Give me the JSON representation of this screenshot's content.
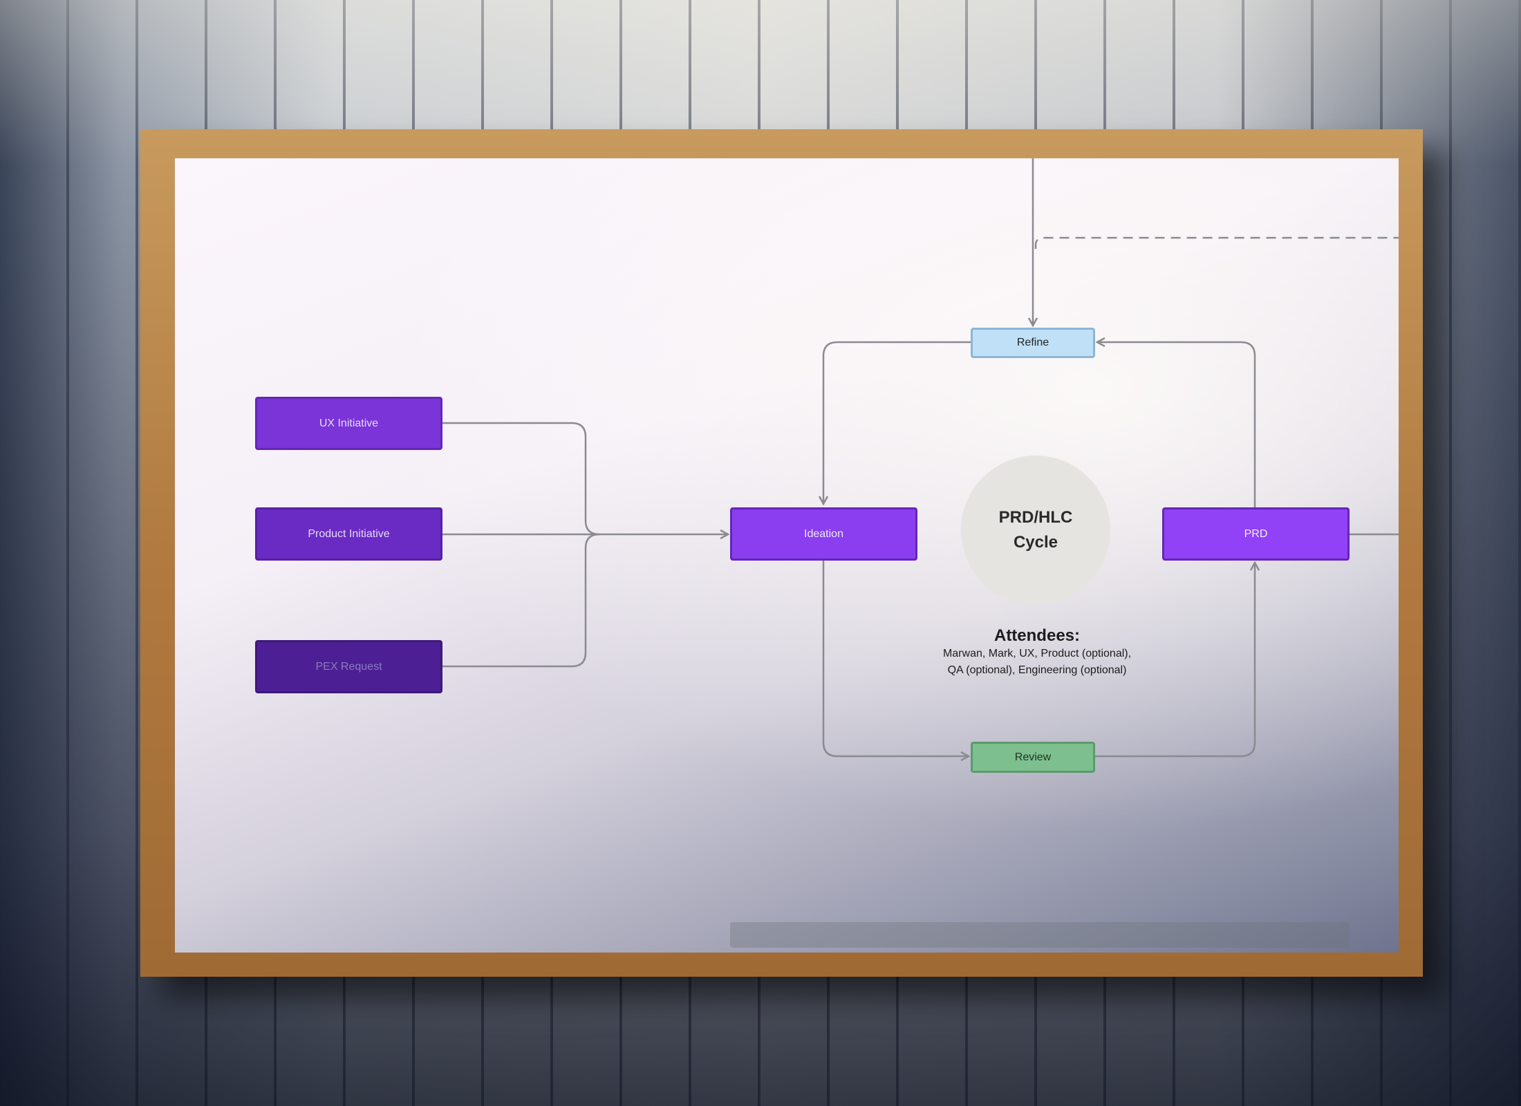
{
  "nodes": {
    "ux_initiative": "UX Initiative",
    "product_initiative": "Product Initiative",
    "pex_request": "PEX Request",
    "ideation": "Ideation",
    "prd": "PRD",
    "refine": "Refine",
    "review": "Review"
  },
  "cycle": {
    "line1": "PRD/HLC",
    "line2": "Cycle"
  },
  "attendees": {
    "title": "Attendees:",
    "line1": "Marwan, Mark, UX, Product (optional),",
    "line2": "QA (optional), Engineering (optional)"
  },
  "colors": {
    "initiative": "#7a34d8",
    "refine": "#bfe0f7",
    "review": "#7dbf8e",
    "connector": "#8a8a90"
  }
}
